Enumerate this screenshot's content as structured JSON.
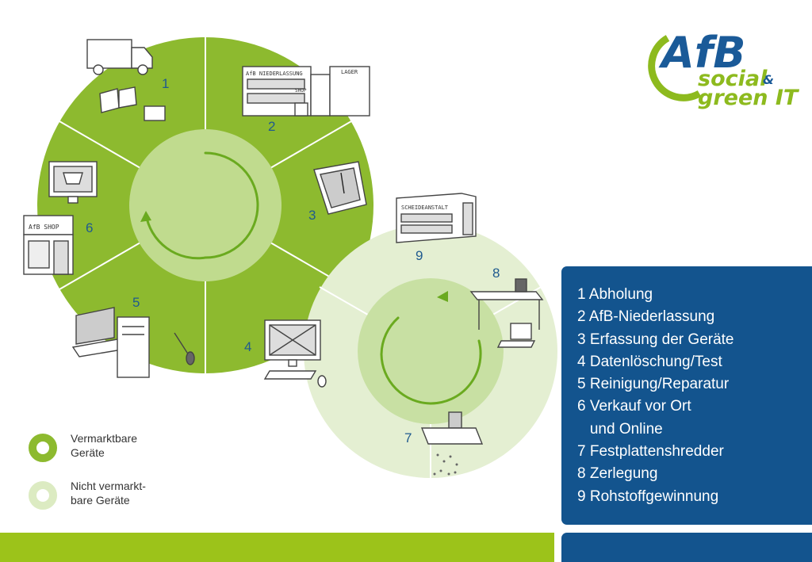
{
  "logo": {
    "brand": "AfB",
    "line1": "social",
    "amp": "&",
    "line2": "green IT"
  },
  "diagram": {
    "outer_cycle_numbers": [
      "1",
      "2",
      "3",
      "4",
      "5",
      "6"
    ],
    "inner_cycle_numbers": [
      "7",
      "8",
      "9"
    ],
    "illustration_texts": {
      "niederlassung_sign": "AfB NIEDERLASSUNG",
      "lager_sign": "LAGER",
      "shop_small_sign": "SHOP",
      "afb_shop_sign": "AfB    SHOP",
      "scheideanstalt_sign": "SCHEIDEANSTALT"
    },
    "icons": [
      "truck-icon",
      "building-icon",
      "scanner-icon",
      "monitor-icon",
      "computer-tools-icon",
      "shop-icon",
      "refinery-building-icon",
      "desk-workstation-icon",
      "shredder-icon"
    ],
    "colors": {
      "marketable": "#8dba2f",
      "marketable_inner": "#c0db8e",
      "non_marketable": "#e4efd2",
      "non_marketable_inner": "#c8e0a3",
      "arrow": "#6aaa1f"
    }
  },
  "legend": [
    {
      "label": "Vermarktbare\nGeräte",
      "color": "#8dba2f"
    },
    {
      "label": "Nicht vermarkt-\nbare Geräte",
      "color": "#dcebc2"
    }
  ],
  "steps": [
    "1 Abholung",
    "2 AfB-Niederlassung",
    "3 Erfassung der Geräte",
    "4 Datenlöschung/Test",
    "5 Reinigung/Reparatur",
    "6 Verkauf vor Ort",
    "   und Online",
    "7 Festplattenshredder",
    "8 Zerlegung",
    "9 Rohstoffgewinnung"
  ]
}
